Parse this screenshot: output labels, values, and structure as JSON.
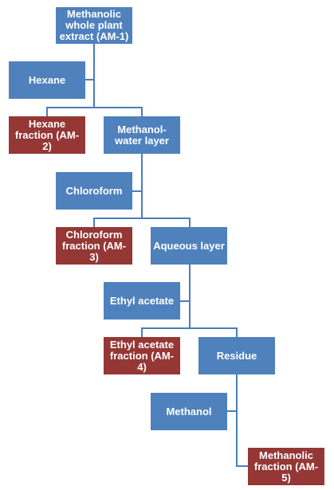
{
  "colors": {
    "process_box": "#4f81bd",
    "fraction_box": "#953735",
    "connector": "#4a7eba",
    "text": "#ffffff"
  },
  "nodes": {
    "extract": "Methanolic whole plant extract (AM-1)",
    "hexane": "Hexane",
    "hexane_fraction": "Hexane fraction (AM-2)",
    "methanol_water": "Methanol-water layer",
    "chloroform": "Chloroform",
    "chloroform_fraction": "Chloroform fraction (AM-3)",
    "aqueous": "Aqueous layer",
    "ethyl_acetate": "Ethyl acetate",
    "ethyl_acetate_fraction": "Ethyl acetate fraction (AM-4)",
    "residue": "Residue",
    "methanol": "Methanol",
    "methanolic_fraction": "Methanolic fraction (AM-5)"
  }
}
